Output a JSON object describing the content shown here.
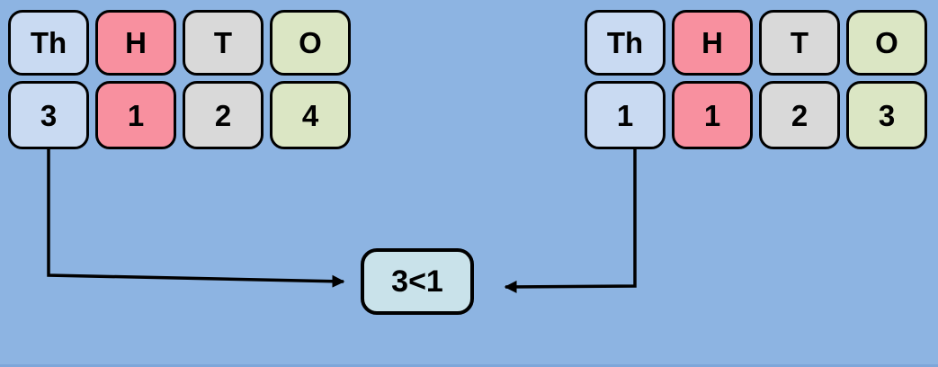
{
  "colors": {
    "background": "#8DB4E2",
    "place_thousands_fill": "#C9DAF2",
    "place_hundreds_fill": "#F8909F",
    "place_tens_fill": "#D9D9D9",
    "place_ones_fill": "#DBE6C4",
    "comparison_fill": "#C9E2EA",
    "outline_and_arrows": "#000000"
  },
  "groups": {
    "left": {
      "header_row": [
        {
          "label": "Th"
        },
        {
          "label": "H"
        },
        {
          "label": "T"
        },
        {
          "label": "O"
        }
      ],
      "value_row": [
        {
          "label": "3"
        },
        {
          "label": "1"
        },
        {
          "label": "2"
        },
        {
          "label": "4"
        }
      ]
    },
    "right": {
      "header_row": [
        {
          "label": "Th"
        },
        {
          "label": "H"
        },
        {
          "label": "T"
        },
        {
          "label": "O"
        }
      ],
      "value_row": [
        {
          "label": "1"
        },
        {
          "label": "1"
        },
        {
          "label": "2"
        },
        {
          "label": "3"
        }
      ]
    }
  },
  "comparison_box": {
    "label": "3<1"
  }
}
